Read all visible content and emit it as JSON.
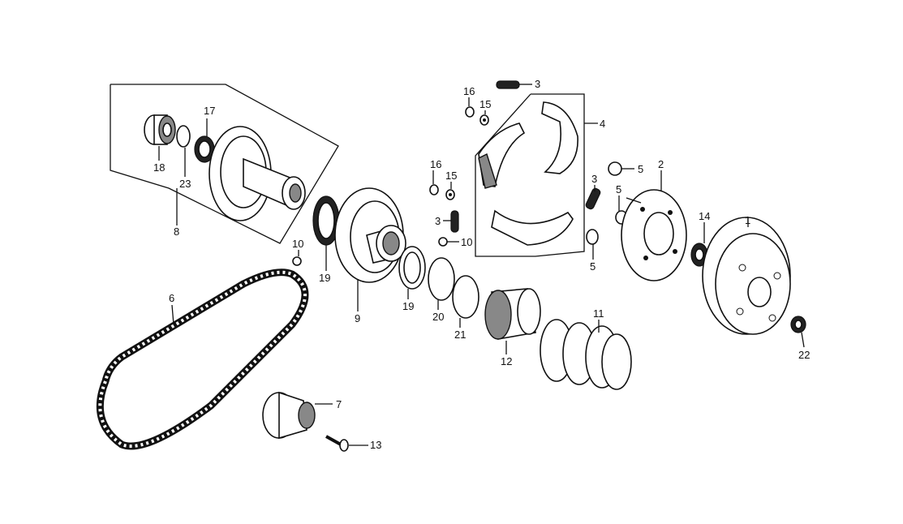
{
  "diagram": {
    "type": "exploded-parts-diagram",
    "callouts": [
      "3",
      "16",
      "15",
      "4",
      "17",
      "18",
      "23",
      "8",
      "16",
      "15",
      "3",
      "10",
      "5",
      "3",
      "2",
      "5",
      "5",
      "14",
      "1",
      "10",
      "19",
      "9",
      "19",
      "20",
      "21",
      "12",
      "11",
      "6",
      "7",
      "13",
      "22"
    ]
  }
}
